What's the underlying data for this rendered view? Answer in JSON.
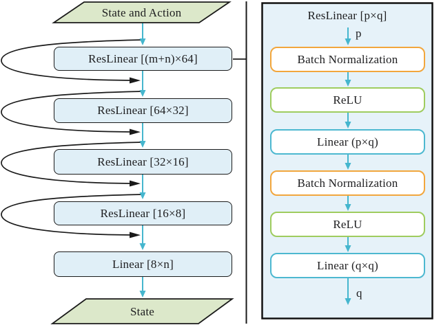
{
  "figure": {
    "left_flow": {
      "input_label": "State and Action",
      "blocks": [
        "ResLinear [(m+n)×64]",
        "ResLinear [64×32]",
        "ResLinear [32×16]",
        "ResLinear [16×8]",
        "Linear [8×n]"
      ],
      "output_label": "State"
    },
    "detail_panel": {
      "title": "ResLinear [p×q]",
      "input_dim": "p",
      "layers": [
        "Batch Normalization",
        "ReLU",
        "Linear (p×q)",
        "Batch Normalization",
        "ReLU",
        "Linear (q×q)"
      ],
      "output_dim": "q"
    },
    "colors": {
      "flow_arrow": "#45b6ce",
      "skip_connection_line": "#1a1a1a",
      "io_node_fill": "#dce8ca",
      "flow_block_fill": "#e0eff7",
      "panel_fill": "#e6f2f9",
      "batchnorm_border": "#f2a63c",
      "relu_border": "#9ecc5e",
      "linear_border": "#4cb8d0",
      "outline": "#1a1a1a"
    }
  }
}
